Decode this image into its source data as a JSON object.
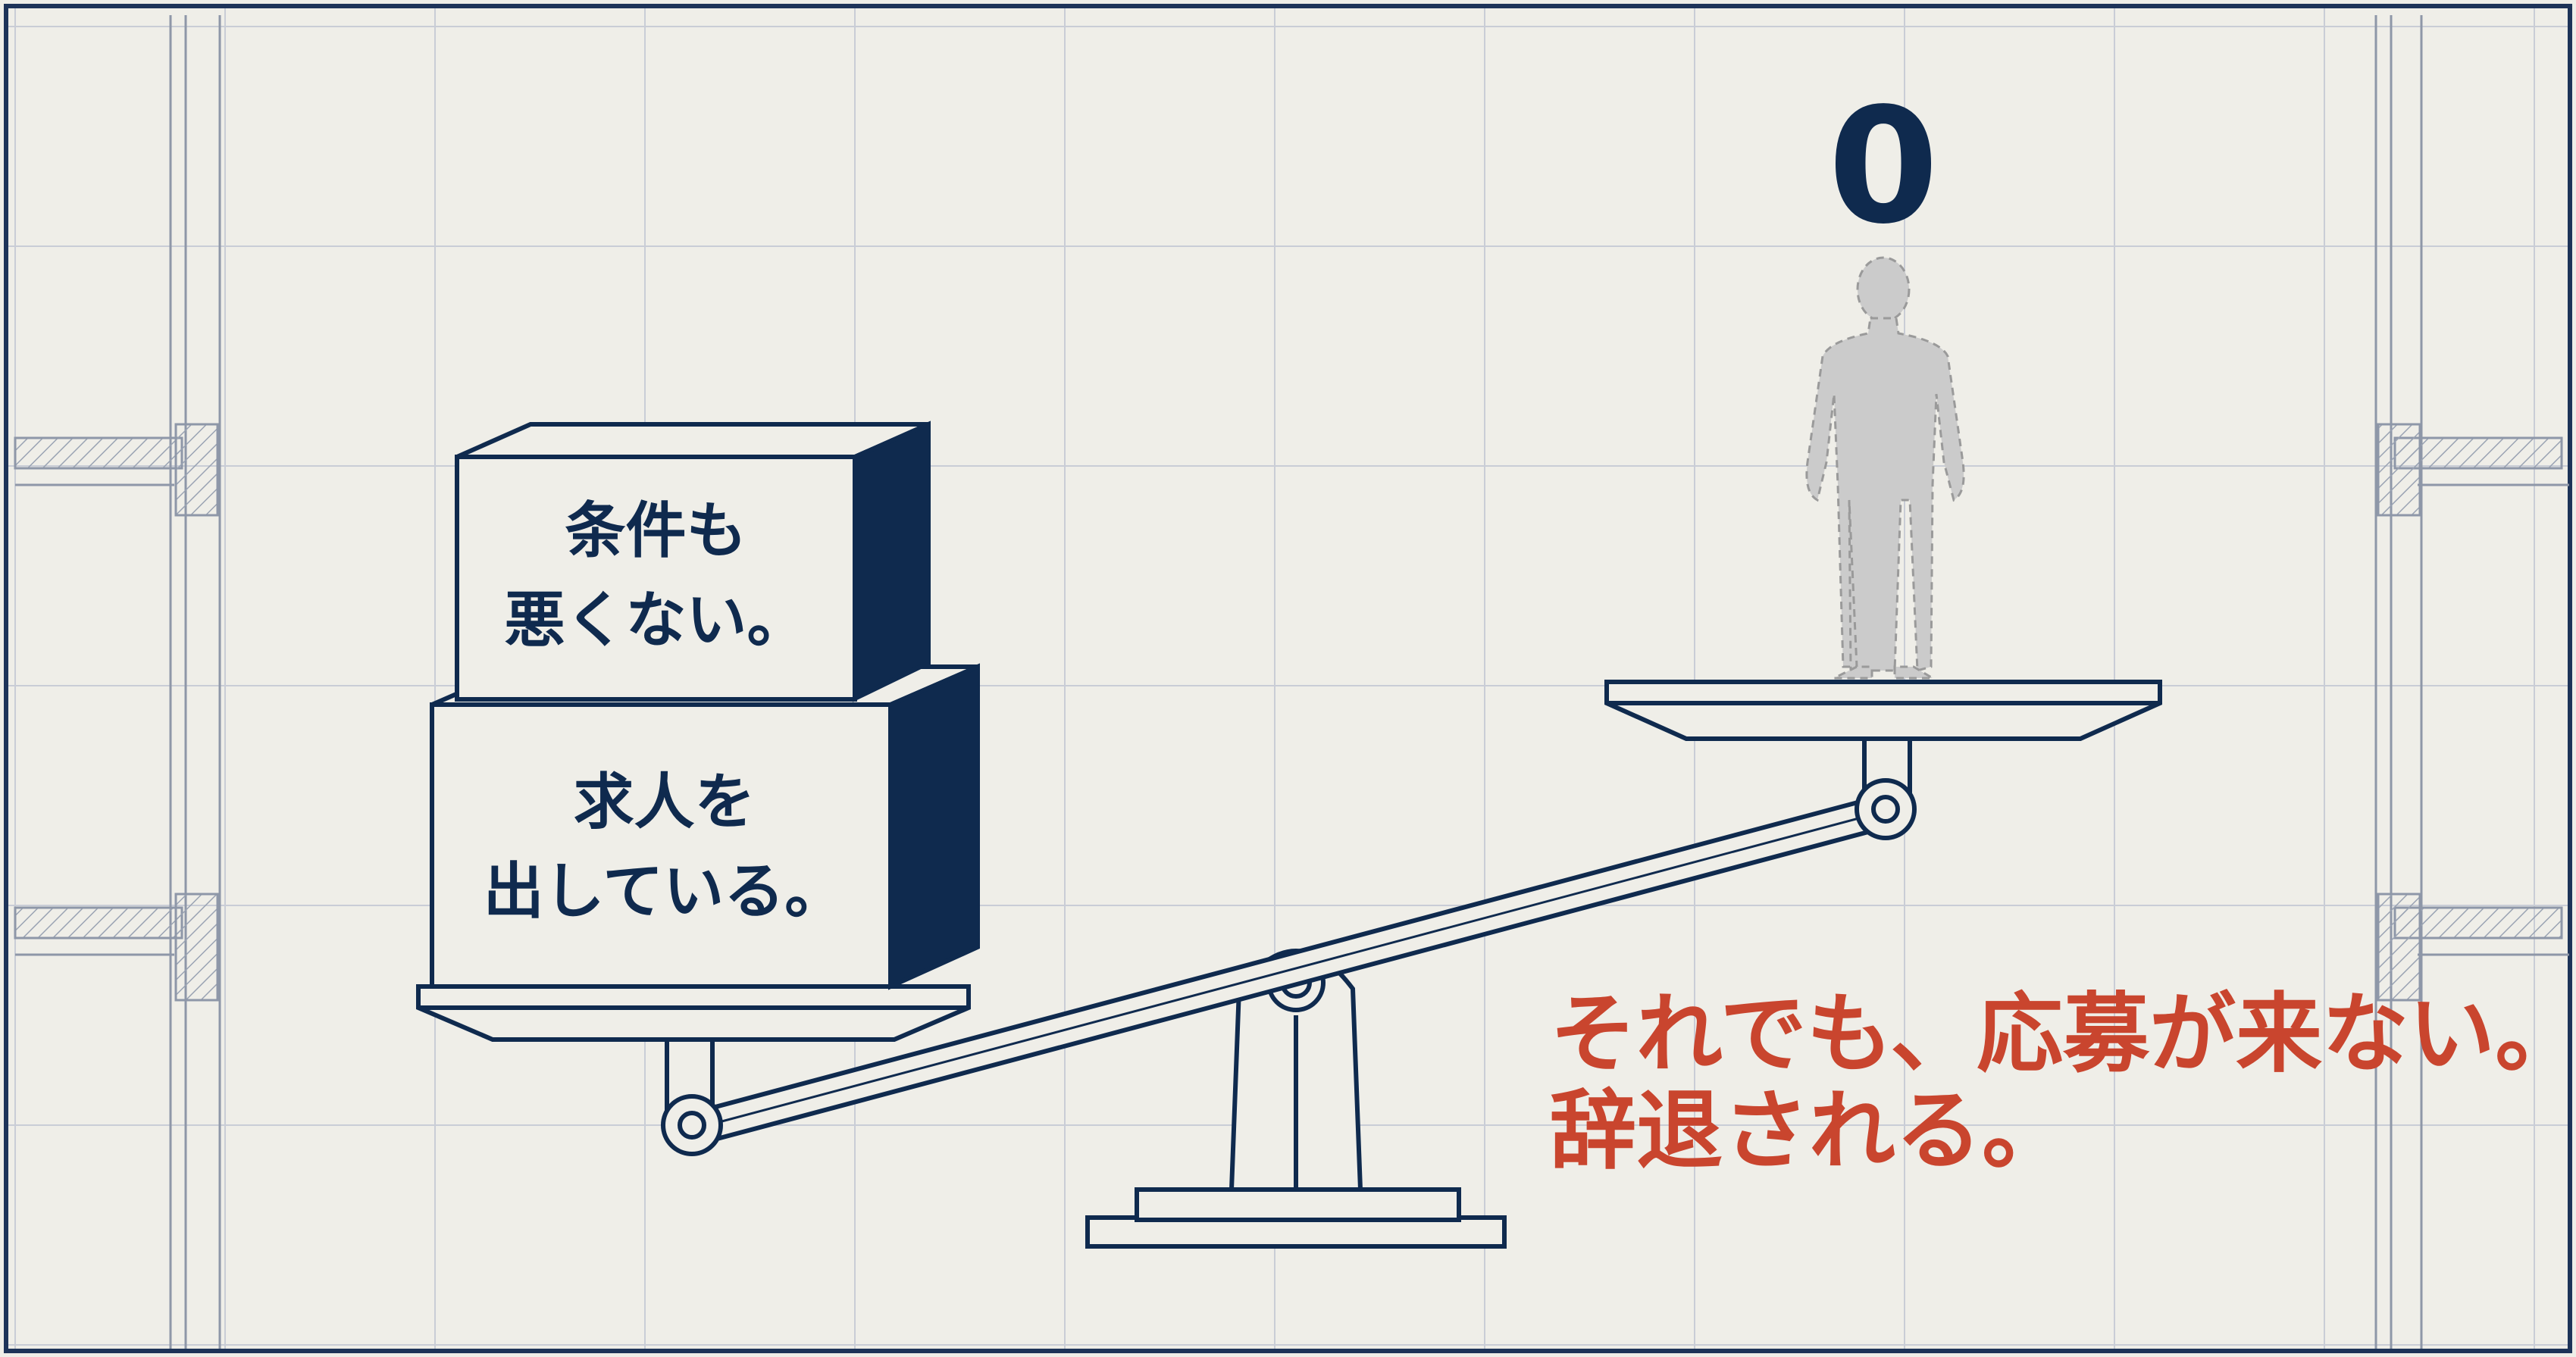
{
  "colors": {
    "navy": "#0f2a4e",
    "paper": "#efeee8",
    "grid": "#c9cdd6",
    "accent_red": "#c9452e",
    "figure_gray": "#cbcbcb"
  },
  "scale": {
    "counter_value": "0",
    "left_box_top": {
      "line1": "条件も",
      "line2": "悪くない。"
    },
    "left_box_bottom": {
      "line1": "求人を",
      "line2": "出している。"
    }
  },
  "message": {
    "line1": "それでも、応募が来ない。",
    "line2": "辞退される。"
  },
  "icons": {
    "figure": "person-silhouette-icon"
  }
}
